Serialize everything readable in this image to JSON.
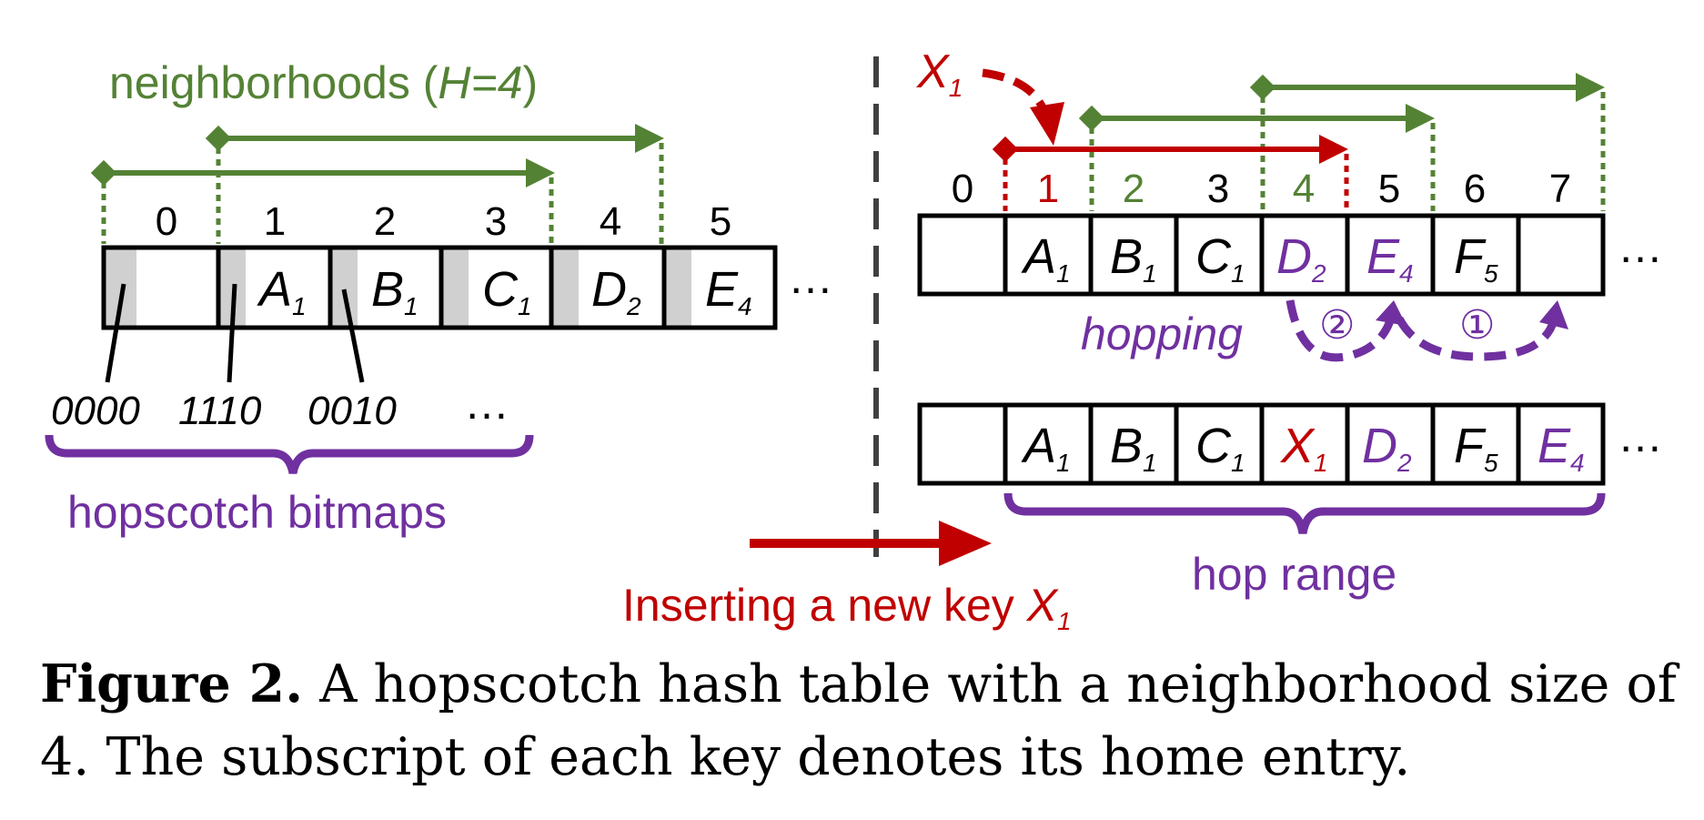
{
  "colors": {
    "green": "#548235",
    "purple": "#7030a0",
    "red": "#c00000",
    "black": "#000000",
    "bitmap_gray": "#d0d0d0"
  },
  "left": {
    "neighborhoods_label": "neighborhoods (",
    "neighborhoods_h": "H=4",
    "neighborhoods_close": ")",
    "indices": [
      "0",
      "1",
      "2",
      "3",
      "4",
      "5"
    ],
    "keys": [
      {
        "key": "",
        "sub": ""
      },
      {
        "key": "A",
        "sub": "1"
      },
      {
        "key": "B",
        "sub": "1"
      },
      {
        "key": "C",
        "sub": "1"
      },
      {
        "key": "D",
        "sub": "2"
      },
      {
        "key": "E",
        "sub": "4"
      }
    ],
    "ellipsis": "…",
    "bitmaps": [
      "0000",
      "1110",
      "0010"
    ],
    "bitmaps_ellipsis": "…",
    "bitmaps_label": "hopscotch bitmaps"
  },
  "right": {
    "x1_key": "X",
    "x1_sub": "1",
    "indices": [
      "0",
      "1",
      "2",
      "3",
      "4",
      "5",
      "6",
      "7"
    ],
    "index_colors": [
      "black",
      "red",
      "green",
      "black",
      "green",
      "black",
      "black",
      "black"
    ],
    "top_row": [
      {
        "key": "",
        "sub": "",
        "color": "black"
      },
      {
        "key": "A",
        "sub": "1",
        "color": "black"
      },
      {
        "key": "B",
        "sub": "1",
        "color": "black"
      },
      {
        "key": "C",
        "sub": "1",
        "color": "black"
      },
      {
        "key": "D",
        "sub": "2",
        "color": "purple"
      },
      {
        "key": "E",
        "sub": "4",
        "color": "purple"
      },
      {
        "key": "F",
        "sub": "5",
        "color": "black"
      },
      {
        "key": "",
        "sub": "",
        "color": "black"
      }
    ],
    "bottom_row": [
      {
        "key": "",
        "sub": "",
        "color": "black"
      },
      {
        "key": "A",
        "sub": "1",
        "color": "black"
      },
      {
        "key": "B",
        "sub": "1",
        "color": "black"
      },
      {
        "key": "C",
        "sub": "1",
        "color": "black"
      },
      {
        "key": "X",
        "sub": "1",
        "color": "red"
      },
      {
        "key": "D",
        "sub": "2",
        "color": "purple"
      },
      {
        "key": "F",
        "sub": "5",
        "color": "black"
      },
      {
        "key": "E",
        "sub": "4",
        "color": "purple"
      }
    ],
    "ellipsis": "…",
    "hopping_label": "hopping",
    "step1": "①",
    "step2": "②",
    "hop_range_label": "hop range"
  },
  "inserting": {
    "label": "Inserting a new key ",
    "key": "X",
    "sub": "1"
  },
  "caption": {
    "bold": "Figure 2.",
    "text": " A hopscotch hash table with a neighborhood size of 4. The subscript of each key denotes its home entry."
  }
}
